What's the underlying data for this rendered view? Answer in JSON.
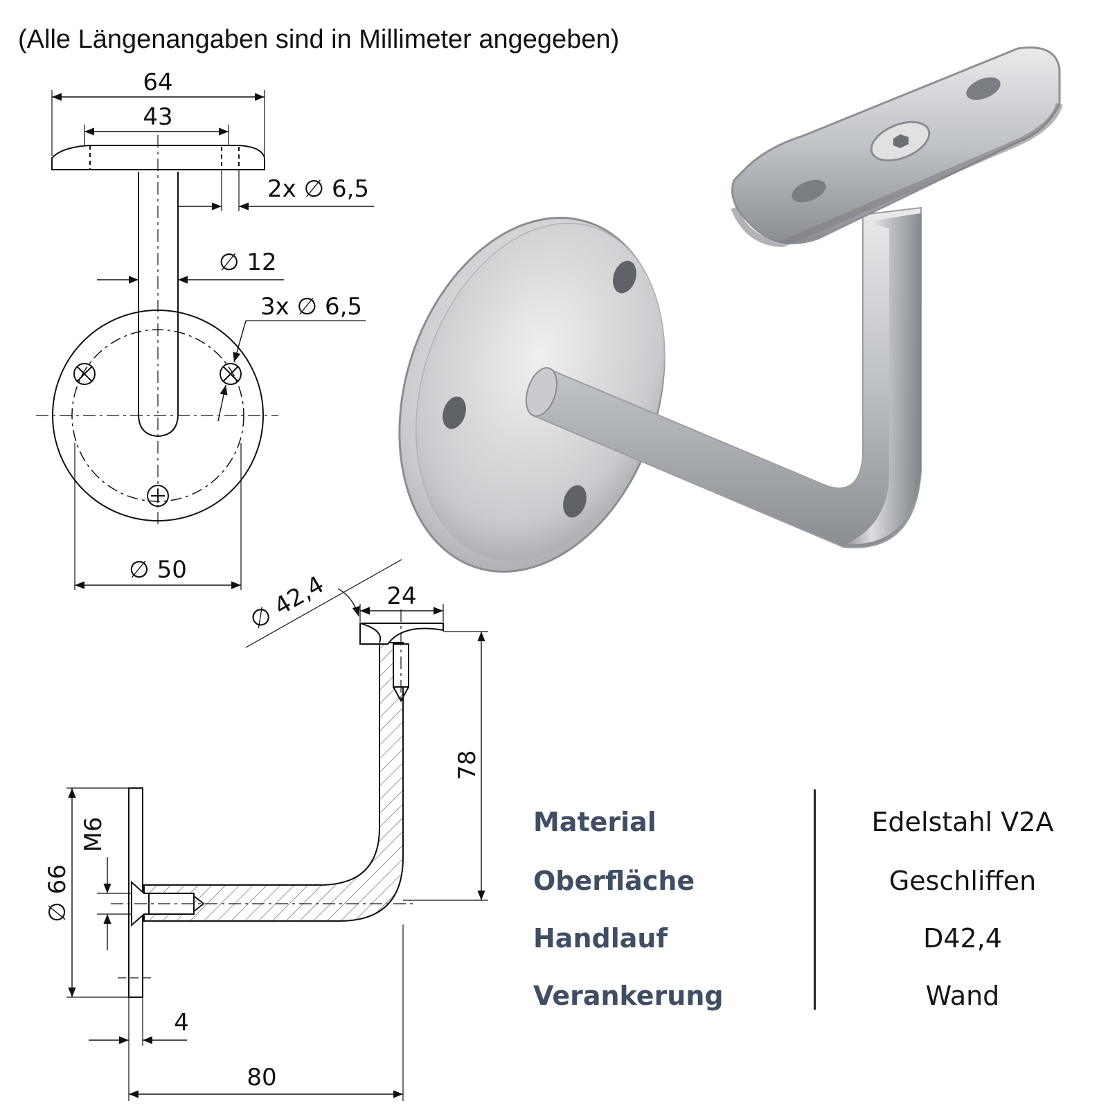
{
  "note": "(Alle Längenangaben sind in Millimeter angegeben)",
  "dimensions": {
    "plate_width": "64",
    "hole_spacing": "43",
    "top_holes": "2x ∅ 6,5",
    "rod_diameter": "∅ 12",
    "base_holes": "3x ∅ 6,5",
    "base_diameter": "∅ 50",
    "handrail_diameter": "∅ 42,4",
    "saddle_width": "24",
    "height": "78",
    "thread": "M6",
    "rosette_diameter": "∅ 66",
    "plate_thickness": "4",
    "projection": "80"
  },
  "specs": [
    {
      "label": "Material",
      "value": "Edelstahl V2A"
    },
    {
      "label": "Oberfläche",
      "value": "Geschliffen"
    },
    {
      "label": "Handlauf",
      "value": "D42,4"
    },
    {
      "label": "Verankerung",
      "value": "Wand"
    }
  ]
}
